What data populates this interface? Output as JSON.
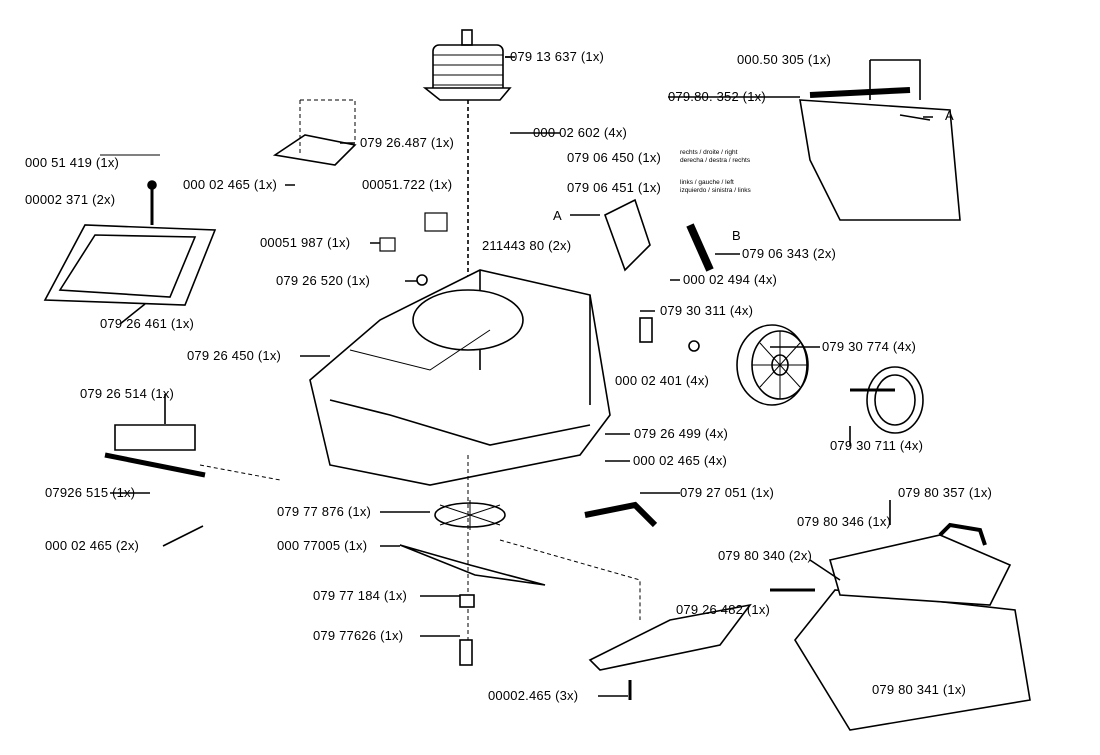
{
  "labels": [
    "079 13 637  (1x)",
    "000.50 305  (1x)",
    "079.80. 352  (1x)",
    "000 02 602  (4x)",
    "079 26.487  (1x)",
    "079 06 450 (1x)",
    "079 06 451 (1x)",
    "000 51 419  (1x)",
    "000 02 465  (1x)",
    "00051.722  (1x)",
    "00002 371  (2x)",
    "211443 80 (2x)",
    "079 06 343  (2x)",
    "00051 987  (1x)",
    "079 26 520  (1x)",
    "000 02 494  (4x)",
    "079 26 461  (1x)",
    "079 30 311 (4x)",
    "079 26 450  (1x)",
    "079 30 774 (4x)",
    "000 02 401  (4x)",
    "079 26 514  (1x)",
    "079 30 711  (4x)",
    "079 26 499  (4x)",
    "000 02 465  (4x)",
    "07926 515  (1x)",
    "079 27 051  (1x)",
    "079 80 357  (1x)",
    "079 77 876 (1x)",
    "079 80 346  (1x)",
    "000 02 465  (2x)",
    "000 77005  (1x)",
    "079 80 340  (2x)",
    "079 77 184  (1x)",
    "079 26 482  (1x)",
    "079 77626  (1x)",
    "00002.465  (3x)",
    "079 80 341  (1x)"
  ],
  "notes": {
    "right_1": "rechts / droite / right",
    "right_2": "derecha / destra / rechts",
    "left_1": "links / gauche / left",
    "left_2": "izquierdo / sinistra / links"
  },
  "callouts": {
    "a": "A",
    "b": "B"
  }
}
